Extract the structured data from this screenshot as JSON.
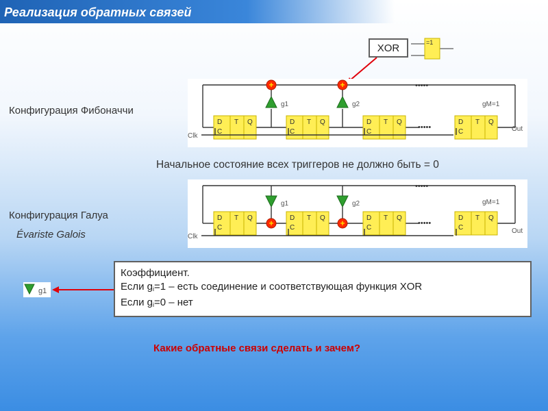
{
  "title": "Реализация обратных связей",
  "fibonacci_label": "Конфигурация Фибоначчи",
  "galois_label": "Конфигурация Галуа",
  "galois_name": "Évariste Galois",
  "initial_state_note": "Начальное состояние всех триггеров не должно быть = 0",
  "xor": {
    "label": "XOR",
    "gate_label": "=1"
  },
  "circuit": {
    "clk": "Clk",
    "out": "Out",
    "g1": "g1",
    "g2": "g2",
    "gM": "gM=1",
    "ff": {
      "d": "D",
      "t": "T",
      "q": "Q",
      "c": "C"
    },
    "plus": "+",
    "dots": "•••••"
  },
  "legend": {
    "g_label": "g1"
  },
  "coefficient": {
    "line1": "Коэффициент.",
    "line2_prefix": "Если g",
    "line2_sub": "i",
    "line2_suffix": "=1 – есть соединение и соответствующая функция XOR",
    "line3_prefix": "Если g",
    "line3_sub": "i",
    "line3_suffix": "=0 – нет"
  },
  "question": "Какие обратные связи сделать и зачем?",
  "colors": {
    "ff_fill": "#ffee55",
    "ff_border": "#c8b400",
    "xor_fill": "#ff2a00",
    "g_fill": "#2f9e2f",
    "wire": "#333333",
    "arrow": "#e0000a"
  }
}
